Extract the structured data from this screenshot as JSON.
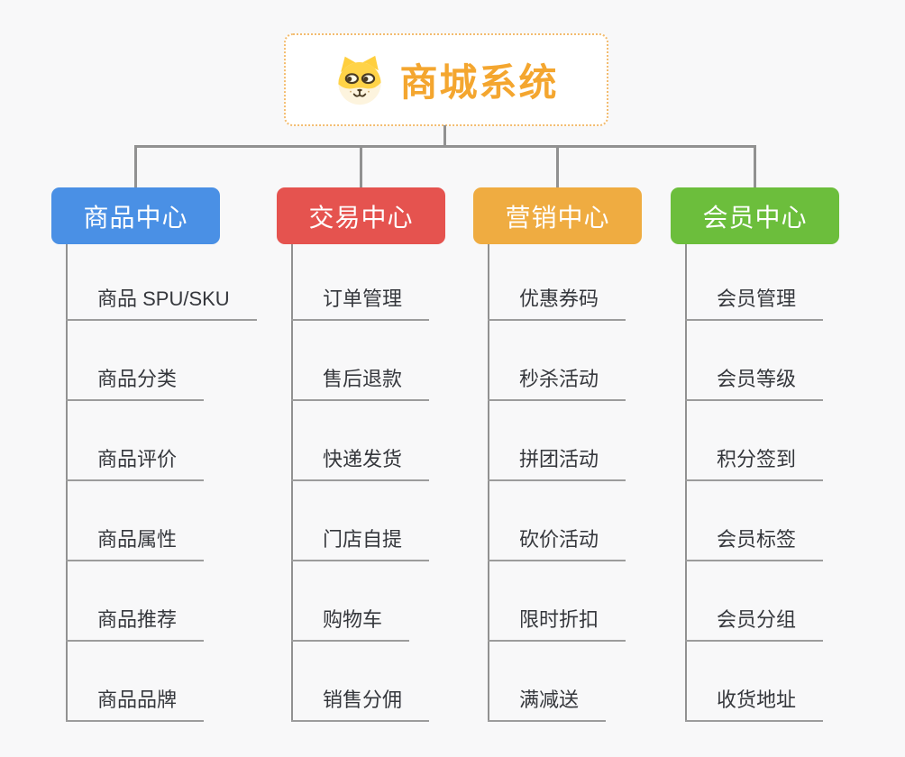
{
  "root": {
    "title": "商城系统",
    "icon": "doge-face-icon",
    "accent_color": "#f4a62f",
    "border_color": "#f3bc6f"
  },
  "style": {
    "background": "#f8f8f9",
    "connector_color": "#919191",
    "leaf_underline_color": "#9c9c9c",
    "leaf_text_color": "#35373c"
  },
  "branches": [
    {
      "label": "商品中心",
      "color": "#4a90e5",
      "items": [
        "商品 SPU/SKU",
        "商品分类",
        "商品评价",
        "商品属性",
        "商品推荐",
        "商品品牌"
      ]
    },
    {
      "label": "交易中心",
      "color": "#e5534f",
      "items": [
        "订单管理",
        "售后退款",
        "快递发货",
        "门店自提",
        "购物车",
        "销售分佣"
      ]
    },
    {
      "label": "营销中心",
      "color": "#efac41",
      "items": [
        "优惠券码",
        "秒杀活动",
        "拼团活动",
        "砍价活动",
        "限时折扣",
        "满减送"
      ]
    },
    {
      "label": "会员中心",
      "color": "#6cbe3c",
      "items": [
        "会员管理",
        "会员等级",
        "积分签到",
        "会员标签",
        "会员分组",
        "收货地址"
      ]
    }
  ]
}
